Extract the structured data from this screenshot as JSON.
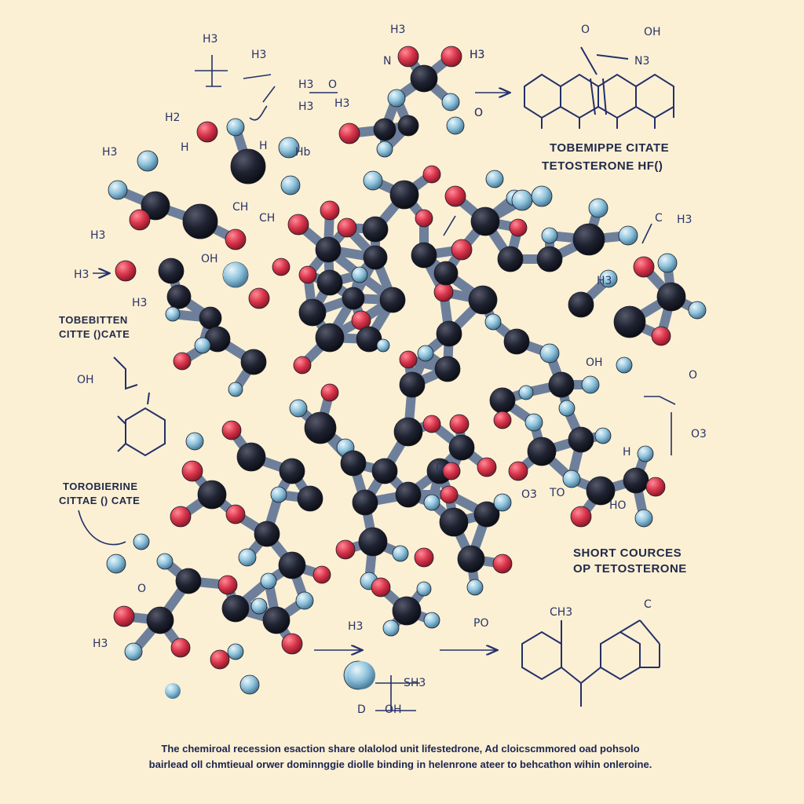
{
  "titles": {
    "top_right_1": "TOBEMIPPE CITATE",
    "top_right_2": "TETOSTERONE HF()",
    "left_mid_1": "TOBEBITTEN",
    "left_mid_2": "CITTE ()CATE",
    "left_low_1": "TOROBIERINE",
    "left_low_2": "CITTAE () CATE",
    "right_low_1": "SHORT COURCES",
    "right_low_2": "OP TETOSTERONE"
  },
  "caption": {
    "line1": "The chemiroal recession esaction share olalolod unit lifestedrone, Ad cloicscmmored oad pohsolo",
    "line2": "bairlead oll chmtieual orwer dominnggie diolle binding in helenrone ateer to behcathon wihin onleroine."
  },
  "labels": [
    {
      "t": "H3",
      "p": "top-left"
    },
    {
      "t": "H3",
      "p": "a"
    },
    {
      "t": "H3",
      "p": "b"
    },
    {
      "t": "H3",
      "p": "c"
    },
    {
      "t": "H3",
      "p": "d"
    },
    {
      "t": "H2",
      "p": "e"
    },
    {
      "t": "H",
      "p": "f"
    },
    {
      "t": "H",
      "p": "g"
    },
    {
      "t": "Hb",
      "p": "h"
    },
    {
      "t": "CH",
      "p": "i"
    },
    {
      "t": "H3",
      "p": "j"
    },
    {
      "t": "H3",
      "p": "k"
    },
    {
      "t": "H3",
      "p": "l"
    },
    {
      "t": "OH",
      "p": "m"
    },
    {
      "t": "CH",
      "p": "n"
    },
    {
      "t": "H3",
      "p": "o"
    },
    {
      "t": "O",
      "p": "p"
    },
    {
      "t": "OH",
      "p": "q"
    },
    {
      "t": "H3",
      "p": "r"
    },
    {
      "t": "C",
      "p": "s"
    },
    {
      "t": "H3",
      "p": "t"
    },
    {
      "t": "O",
      "p": "u"
    },
    {
      "t": "H3",
      "p": "v"
    },
    {
      "t": "OH",
      "p": "w"
    },
    {
      "t": "O",
      "p": "x"
    },
    {
      "t": "O3",
      "p": "y"
    },
    {
      "t": "H",
      "p": "z"
    },
    {
      "t": "TO",
      "p": "aa"
    },
    {
      "t": "HO",
      "p": "ab"
    },
    {
      "t": "O",
      "p": "ac"
    },
    {
      "t": "H3",
      "p": "ad"
    },
    {
      "t": "O",
      "p": "ae"
    },
    {
      "t": "PO",
      "p": "af"
    },
    {
      "t": "H3",
      "p": "ag"
    },
    {
      "t": "CH3",
      "p": "ah"
    },
    {
      "t": "C",
      "p": "ai"
    },
    {
      "t": "H3",
      "p": "aj"
    },
    {
      "t": "N",
      "p": "ak"
    },
    {
      "t": "H3",
      "p": "al"
    },
    {
      "t": "OH",
      "p": "am"
    },
    {
      "t": "N3",
      "p": "an"
    },
    {
      "t": "O",
      "p": "ao"
    },
    {
      "t": "O",
      "p": "ap"
    },
    {
      "t": "D",
      "p": "aq"
    },
    {
      "t": "SH3",
      "p": "ar"
    },
    {
      "t": "O3",
      "p": "as"
    },
    {
      "t": "OH",
      "p": "at"
    }
  ],
  "colors": {
    "background": "#fbf0d4",
    "carbon": "#1f2230",
    "oxygen": "#d8344a",
    "hydrogen": "#8fc3dc",
    "bond": "#6d7f9a",
    "ink": "#24306a"
  },
  "icons": [
    "molecule-ball-and-stick",
    "arrow-right-icon",
    "ring-structure-icon"
  ]
}
